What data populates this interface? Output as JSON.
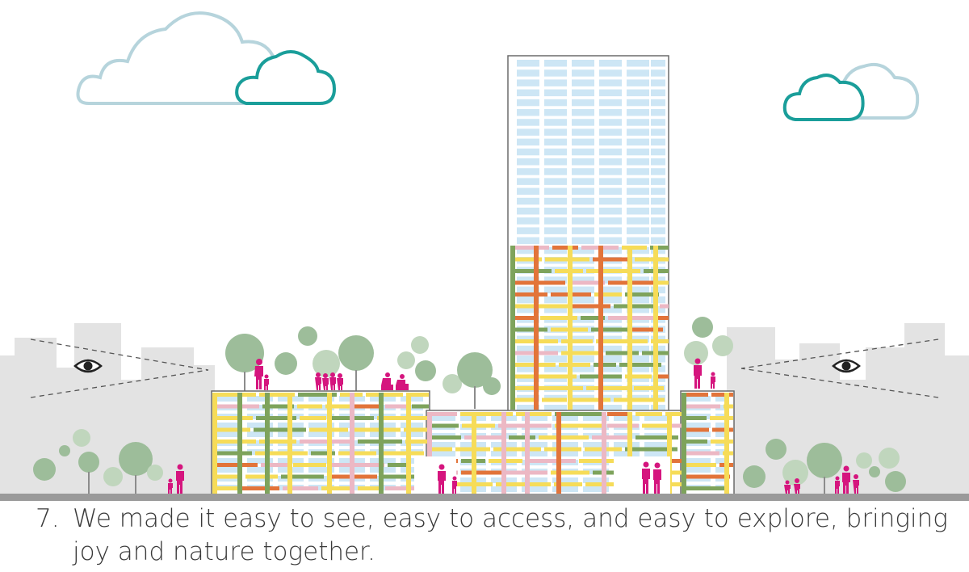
{
  "caption": {
    "number": "7.",
    "text": "We made it easy to see, easy to access, and easy to explore, bringing joy and nature together."
  },
  "colors": {
    "sky_window": "#cde6f5",
    "frame": "#6b6b6b",
    "yellow": "#f6dc58",
    "orange": "#e2743a",
    "green": "#7ea35c",
    "pink": "#ecb8c4",
    "people": "#d5157e",
    "tree": "#9dbd9a",
    "city": "#e3e3e3",
    "ground": "#9a9a9a",
    "cloud_light": "#b6d4dc",
    "cloud_teal": "#1a9e9a"
  },
  "icons": [
    "eye-icon-left",
    "eye-icon-right",
    "cloud-icon",
    "tree-icon",
    "person-icon"
  ]
}
